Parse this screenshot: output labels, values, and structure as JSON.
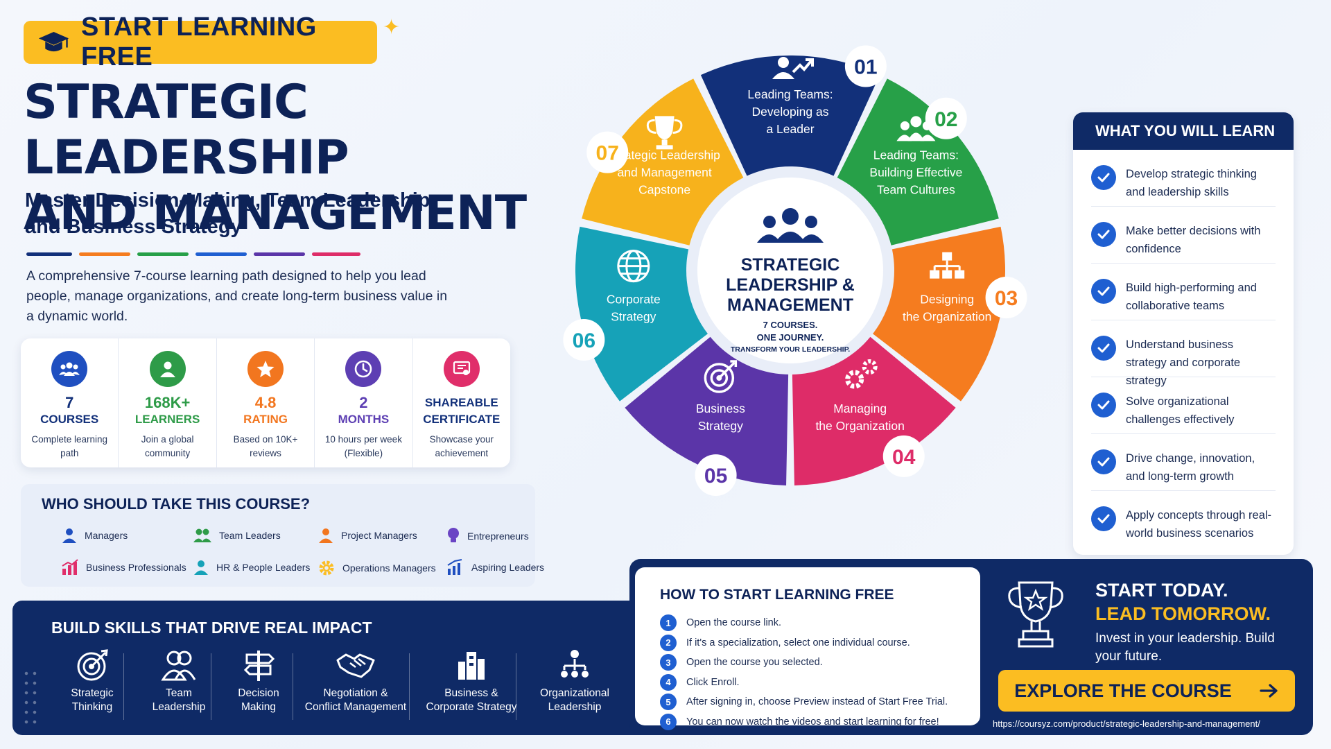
{
  "badge": {
    "label": "START LEARNING FREE",
    "icon": "graduation-cap-icon"
  },
  "hero": {
    "title_line1": "STRATEGIC LEADERSHIP",
    "title_line2": "AND MANAGEMENT",
    "subtitle_line1": "Master Decision-Making, Team Leadership,",
    "subtitle_line2": "and Business Strategy",
    "description": "A comprehensive 7-course learning path designed to help you lead people, manage organizations, and create long-term business value in a dynamic world."
  },
  "stats": [
    {
      "value": "7",
      "label": "COURSES",
      "note": "Complete learning path",
      "color": "#1f4fc0",
      "icon": "group-icon"
    },
    {
      "value": "168K+",
      "label": "LEARNERS",
      "note": "Join a global community",
      "color": "#2e9b48",
      "icon": "person-icon"
    },
    {
      "value": "4.8",
      "label": "RATING",
      "note": "Based on 10K+ reviews",
      "color": "#f2761f",
      "icon": "star-icon"
    },
    {
      "value": "2",
      "label": "MONTHS",
      "note": "10 hours per week (Flexible)",
      "color": "#5d3fb3",
      "icon": "clock-icon"
    },
    {
      "value": "SHAREABLE",
      "label": "CERTIFICATE",
      "note": "Showcase your achievement",
      "color": "#e02e6a",
      "icon": "certificate-icon"
    }
  ],
  "who": {
    "title": "WHO SHOULD TAKE THIS COURSE?",
    "items": [
      "Managers",
      "Team Leaders",
      "Project Managers",
      "Entrepreneurs",
      "Business Professionals",
      "HR & People Leaders",
      "Operations Managers",
      "Aspiring Leaders"
    ]
  },
  "skills": {
    "title": "BUILD SKILLS THAT DRIVE REAL IMPACT",
    "items": [
      {
        "line1": "Strategic",
        "line2": "Thinking",
        "icon": "target-icon"
      },
      {
        "line1": "Team",
        "line2": "Leadership",
        "icon": "team-icon"
      },
      {
        "line1": "Decision",
        "line2": "Making",
        "icon": "signpost-icon"
      },
      {
        "line1": "Negotiation &",
        "line2": "Conflict Management",
        "icon": "handshake-icon"
      },
      {
        "line1": "Business &",
        "line2": "Corporate Strategy",
        "icon": "building-icon"
      },
      {
        "line1": "Organizational",
        "line2": "Leadership",
        "icon": "org-chart-icon"
      }
    ]
  },
  "wheel": {
    "center_line1": "STRATEGIC",
    "center_line2": "LEADERSHIP &",
    "center_line3": "MANAGEMENT",
    "center_tag1": "7 COURSES.",
    "center_tag2": "ONE JOURNEY.",
    "center_tag3": "TRANSFORM YOUR LEADERSHIP.",
    "segments": [
      {
        "num": "01",
        "lines": [
          "Leading Teams:",
          "Developing as",
          "a Leader"
        ],
        "color": "#12307a",
        "icon": "growth-icon"
      },
      {
        "num": "02",
        "lines": [
          "Leading Teams:",
          "Building Effective",
          "Team Cultures"
        ],
        "color": "#27a048",
        "icon": "team-icon"
      },
      {
        "num": "03",
        "lines": [
          "Designing",
          "the Organization"
        ],
        "color": "#f57c1f",
        "icon": "org-chart-icon"
      },
      {
        "num": "04",
        "lines": [
          "Managing",
          "the Organization"
        ],
        "color": "#de2c68",
        "icon": "gears-icon"
      },
      {
        "num": "05",
        "lines": [
          "Business",
          "Strategy"
        ],
        "color": "#5b35a8",
        "icon": "target-icon"
      },
      {
        "num": "06",
        "lines": [
          "Corporate",
          "Strategy"
        ],
        "color": "#16a2b8",
        "icon": "globe-icon"
      },
      {
        "num": "07",
        "lines": [
          "Strategic Leadership",
          "and Management",
          "Capstone"
        ],
        "color": "#f7b21c",
        "icon": "trophy-icon"
      }
    ]
  },
  "learn": {
    "title": "WHAT YOU WILL LEARN",
    "items": [
      "Develop strategic thinking and leadership skills",
      "Make better decisions with confidence",
      "Build high-performing and collaborative teams",
      "Understand business strategy and corporate strategy",
      "Solve organizational challenges effectively",
      "Drive change, innovation, and long-term growth",
      "Apply concepts through real-world business scenarios"
    ]
  },
  "howto": {
    "title": "HOW TO START LEARNING FREE",
    "steps": [
      "Open the course link.",
      "If it's a specialization, select one individual course.",
      "Open the course you selected.",
      "Click Enroll.",
      "After signing in, choose Preview instead of Start Free Trial.",
      "You can now watch the videos and start learning for free!"
    ]
  },
  "cta": {
    "line1": "START TODAY.",
    "line2": "LEAD TOMORROW.",
    "line3": "Invest in your leadership. Build your future.",
    "button": "EXPLORE THE COURSE",
    "url": "https://coursyz.com/product/strategic-leadership-and-management/"
  }
}
